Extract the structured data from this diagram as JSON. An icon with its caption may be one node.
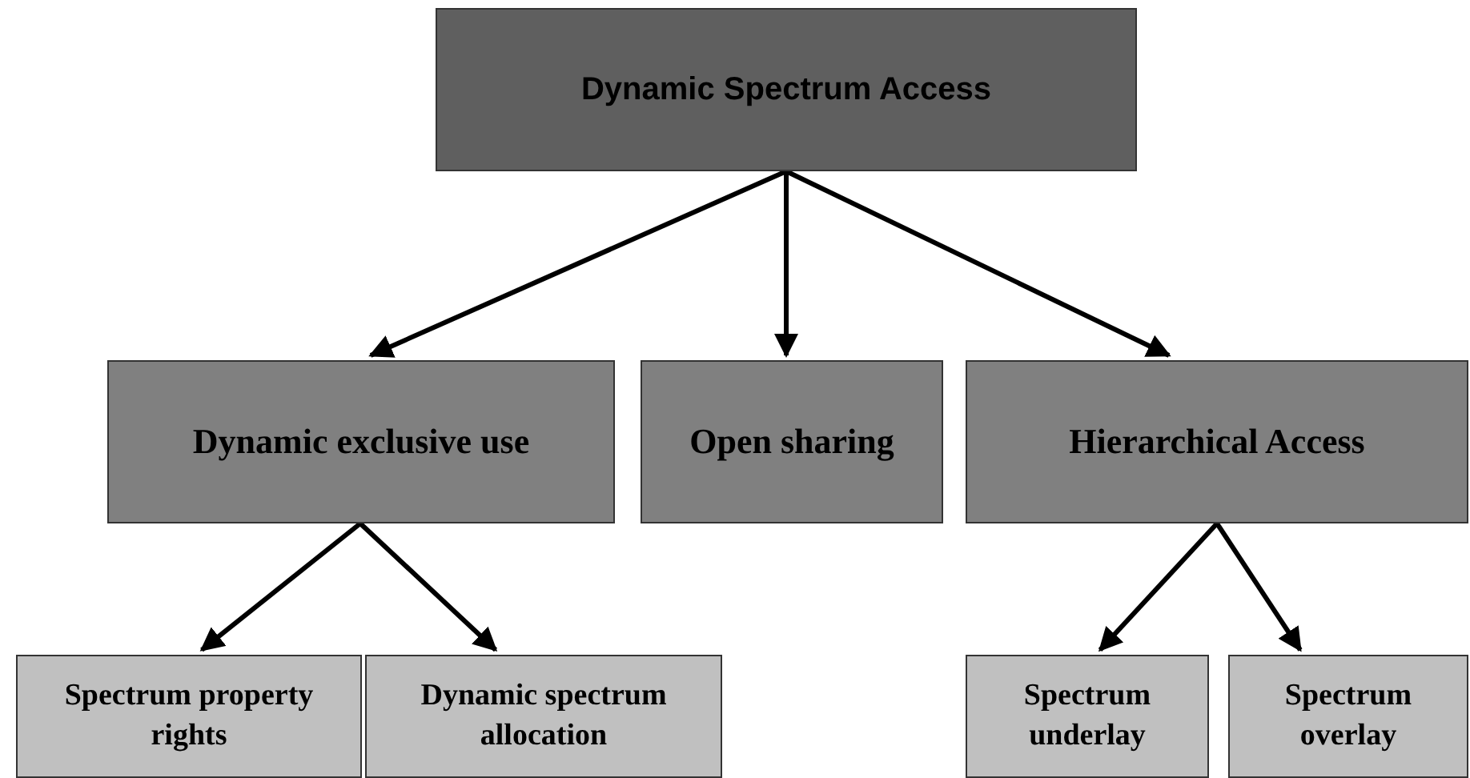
{
  "diagram": {
    "nodes": [
      {
        "text": [
          "Dynamic Spectrum Access"
        ]
      },
      {
        "text": [
          "Dynamic exclusive use"
        ]
      },
      {
        "text": [
          "Open sharing"
        ]
      },
      {
        "text": [
          "Hierarchical Access"
        ]
      },
      {
        "text": [
          "Spectrum property rights"
        ]
      },
      {
        "text": [
          "Dynamic spectrum allocation"
        ]
      },
      {
        "text": [
          "Spectrum underlay"
        ]
      },
      {
        "text": [
          "Spectrum overlay"
        ]
      }
    ],
    "edges": [
      {
        "from": 0,
        "to": 1,
        "arrow": "to"
      },
      {
        "from": 0,
        "to": 2,
        "arrow": "to"
      },
      {
        "from": 0,
        "to": 3,
        "arrow": "to"
      },
      {
        "from": 1,
        "to": 4,
        "arrow": "to"
      },
      {
        "from": 1,
        "to": 5,
        "arrow": "to"
      },
      {
        "from": 3,
        "to": 6,
        "arrow": "to"
      },
      {
        "from": 3,
        "to": 7,
        "arrow": "to"
      }
    ]
  }
}
